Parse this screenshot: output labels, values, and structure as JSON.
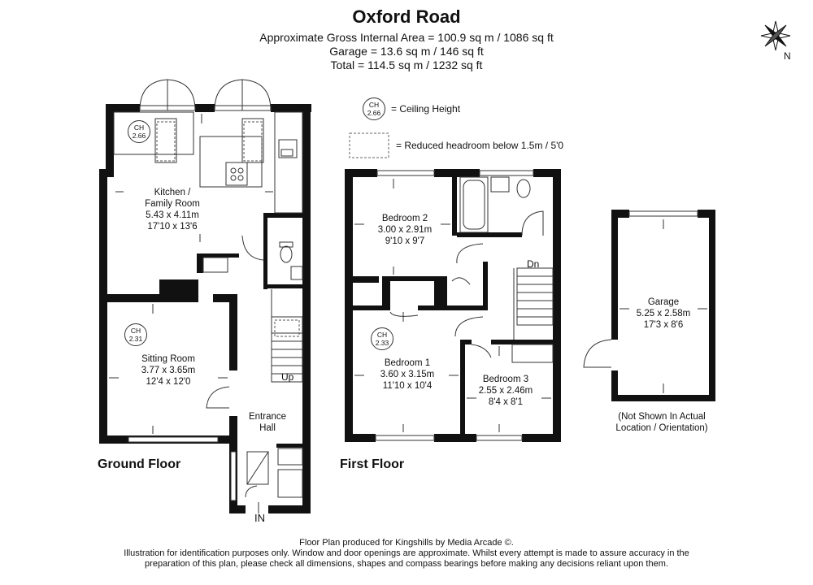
{
  "title": "Oxford Road",
  "areas": {
    "line1": "Approximate Gross Internal Area = 100.9 sq m / 1086 sq ft",
    "line2": "Garage = 13.6 sq m / 146 sq ft",
    "line3": "Total = 114.5 sq m / 1232 sq ft"
  },
  "compass": {
    "label": "N"
  },
  "legend": {
    "ch_abbrev": "CH",
    "ch_value": "2.66",
    "ch_text": "= Ceiling Height",
    "reduced_text": "= Reduced headroom below 1.5m / 5'0"
  },
  "ground_floor": {
    "label": "Ground Floor",
    "kitchen": {
      "name1": "Kitchen /",
      "name2": "Family Room",
      "metric": "5.43 x 4.11m",
      "imperial": "17'10 x 13'6",
      "ch": "2.66"
    },
    "sitting": {
      "name": "Sitting Room",
      "metric": "3.77 x 3.65m",
      "imperial": "12'4 x 12'0",
      "ch": "2.31"
    },
    "hall": {
      "name1": "Entrance",
      "name2": "Hall"
    },
    "up": "Up",
    "in": "IN"
  },
  "first_floor": {
    "label": "First Floor",
    "bed2": {
      "name": "Bedroom 2",
      "metric": "3.00 x 2.91m",
      "imperial": "9'10 x 9'7"
    },
    "bed1": {
      "name": "Bedroom 1",
      "metric": "3.60 x 3.15m",
      "imperial": "11'10 x 10'4",
      "ch": "2.33"
    },
    "bed3": {
      "name": "Bedroom 3",
      "metric": "2.55 x 2.46m",
      "imperial": "8'4 x 8'1"
    },
    "dn": "Dn"
  },
  "garage": {
    "name": "Garage",
    "metric": "5.25 x 2.58m",
    "imperial": "17'3 x 8'6",
    "note1": "(Not Shown In Actual",
    "note2": "Location / Orientation)"
  },
  "footer": {
    "line1": "Floor Plan produced for Kingshills by Media Arcade ©.",
    "line2": "Illustration for identification purposes only. Window and door openings are approximate. Whilst every attempt is made to assure accuracy in the",
    "line3": "preparation of this plan, please check all dimensions, shapes and compass bearings before making any decisions reliant upon them."
  }
}
